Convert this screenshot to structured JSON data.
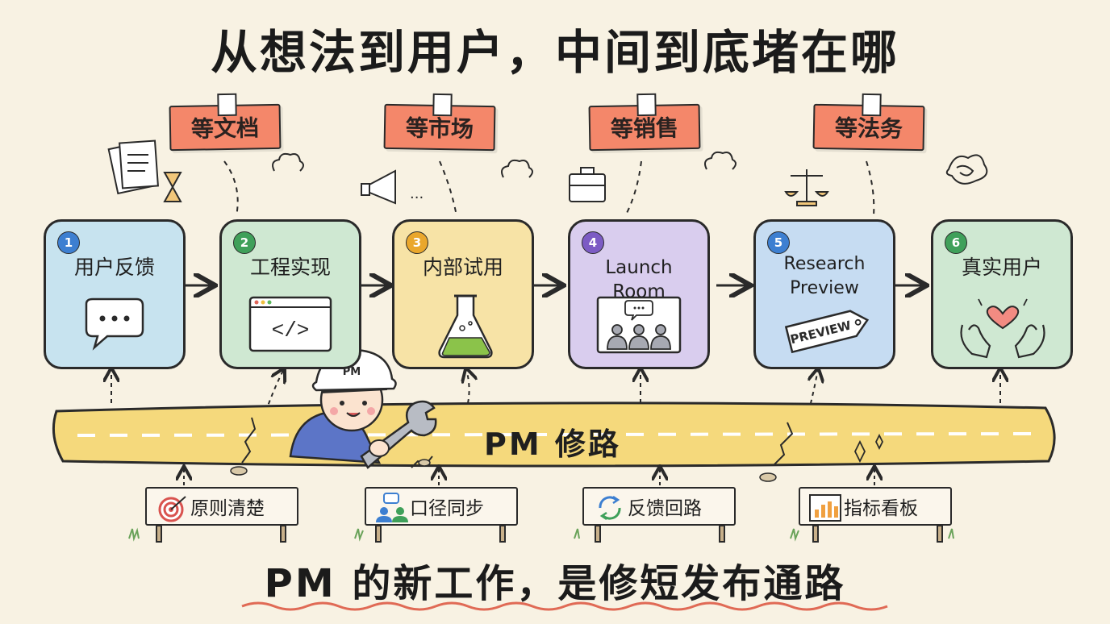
{
  "title": "从想法到用户，中间到底堵在哪",
  "blockers": [
    {
      "label": "等文档"
    },
    {
      "label": "等市场"
    },
    {
      "label": "等销售"
    },
    {
      "label": "等法务"
    }
  ],
  "stages": [
    {
      "number": "1",
      "label": "用户反馈",
      "color": "#c7e3ef",
      "badge": "#3d7fd1",
      "icon": "chat-bubble-icon"
    },
    {
      "number": "2",
      "label": "工程实现",
      "color": "#cfe8d2",
      "badge": "#3fa05a",
      "icon": "code-window-icon"
    },
    {
      "number": "3",
      "label": "内部试用",
      "color": "#f7e3a6",
      "badge": "#eaa72c",
      "icon": "flask-icon"
    },
    {
      "number": "4",
      "label": "Launch Room",
      "color": "#d9cdee",
      "badge": "#7c5bc4",
      "icon": "meeting-room-icon"
    },
    {
      "number": "5",
      "label": "Research Preview",
      "color": "#c6dcf2",
      "badge": "#3d7fd1",
      "icon": "preview-tag-icon"
    },
    {
      "number": "6",
      "label": "真实用户",
      "color": "#cfe8d2",
      "badge": "#3fa05a",
      "icon": "heart-hands-icon"
    }
  ],
  "preview_tag": "PREVIEW",
  "helmet_text": "PM",
  "road_label": "PM 修路",
  "signs": [
    {
      "label": "原则清楚",
      "icon": "target-icon"
    },
    {
      "label": "口径同步",
      "icon": "people-chat-icon"
    },
    {
      "label": "反馈回路",
      "icon": "cycle-arrows-icon"
    },
    {
      "label": "指标看板",
      "icon": "bar-chart-icon"
    }
  ],
  "bottom_text": "PM 的新工作，是修短发布通路"
}
